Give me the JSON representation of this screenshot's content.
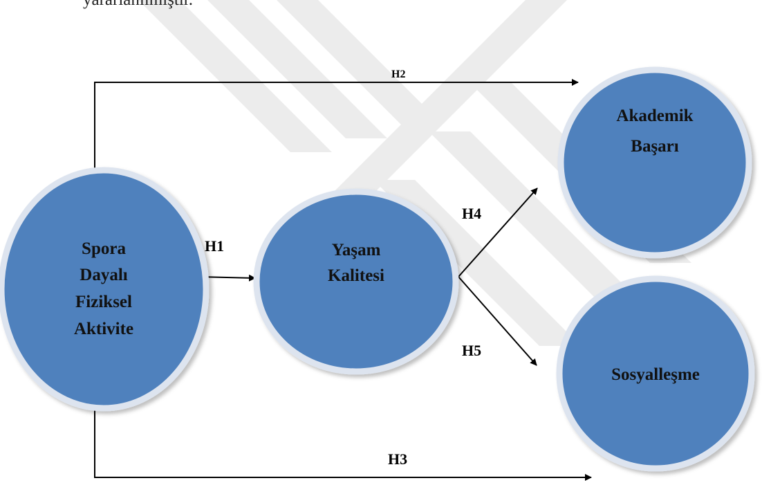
{
  "header_text": "yararlanılmıştır.",
  "colors": {
    "node_fill": "#4f81bd",
    "node_ring": "#dde4ef",
    "watermark": "#ececec",
    "arrow": "#000000"
  },
  "nodes": {
    "spora": {
      "lines": [
        "Spora",
        "Dayalı",
        "Fiziksel",
        "Aktivite"
      ]
    },
    "yasam": {
      "lines": [
        "Yaşam",
        "Kalitesi"
      ]
    },
    "akademik": {
      "lines": [
        "Akademik",
        "Başarı"
      ]
    },
    "sosyal": {
      "lines": [
        "Sosyalleşme"
      ]
    }
  },
  "edges": {
    "h1": "H1",
    "h2": "H2",
    "h3": "H3",
    "h4": "H4",
    "h5": "H5"
  }
}
